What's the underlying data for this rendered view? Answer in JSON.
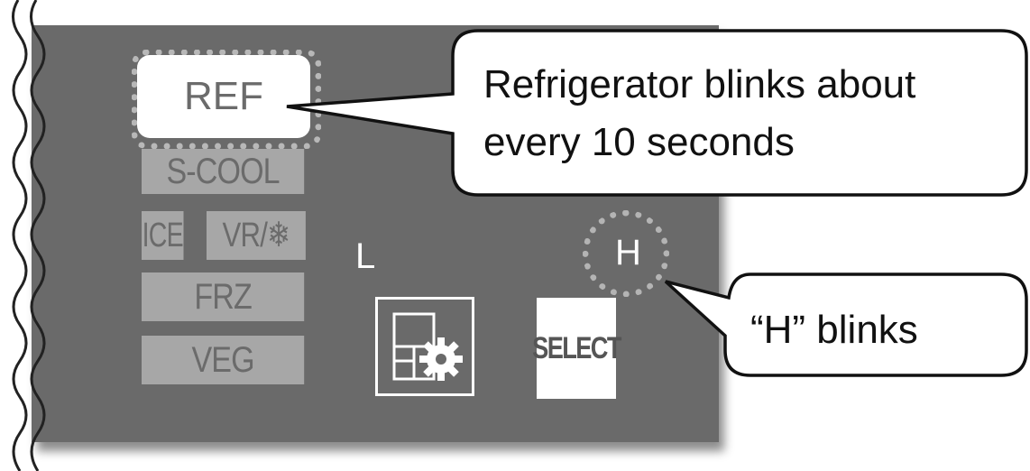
{
  "panel": {
    "buttons": [
      {
        "label": "S-COOL"
      },
      {
        "label": "FRZ"
      },
      {
        "label": "VEG"
      }
    ],
    "ref_label": "REF",
    "ice_label": "ICE",
    "vr_label": "VR/❄",
    "level_low": "L",
    "level_high": "H",
    "select_label": "SELECT",
    "settings_icon": "settings-gear-icon"
  },
  "callouts": {
    "ref_line1": "Refrigerator blinks about",
    "ref_line2": "every 10 seconds",
    "h_text": "“H” blinks"
  },
  "colors": {
    "panel": "#6a6a6a",
    "button_bg": "#a7a7a7",
    "button_text": "#6b6b6b",
    "blink_ring": "#b4b4b4"
  }
}
